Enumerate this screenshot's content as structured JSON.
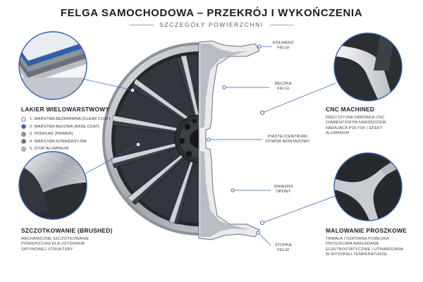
{
  "title": "FELGA SAMOCHODOWA – PRZEKRÓJ I WYKOŃCZENIA",
  "subtitle": "SZCZEGÓŁY POWIERZCHNI",
  "sections": {
    "multilayer": {
      "heading": "LAKIER WIELOWARSTWOWY",
      "layers": [
        {
          "label": "1. WARSTWA BEZBARWNA (CLEAR COAT)",
          "color": "#e9edf2"
        },
        {
          "label": "2. WARSTWA BAZOWA (BASE COAT)",
          "color": "#2f5fa8"
        },
        {
          "label": "3. PODKŁAD (PRIMER)",
          "color": "#8e949c"
        },
        {
          "label": "4. WARSTWA KONWERSYJNA",
          "color": "#6b7079"
        },
        {
          "label": "5. STOP ALUMINIUM",
          "color": "#b9bdc3"
        }
      ]
    },
    "brushed": {
      "heading": "SZCZOTKOWANIE (BRUSHED)",
      "desc": [
        "MECHANICZNE SZCZOTKOWANIE",
        "POWIERZCHNI DLA UZYSKANIA",
        "SATYNOWEJ STRUKTURY"
      ]
    },
    "cnc": {
      "heading": "CNC MACHINED",
      "desc": [
        "PRECYZYJNA OBRÓBKA CNC",
        "DIAMENTOWYM NARZĘDZIEM",
        "NADAJĄCA POŁYSK I EFEKT",
        "ALUMINIUM"
      ]
    },
    "powder": {
      "heading": "MALOWANIE PROSZKOWE",
      "desc": [
        "TRWAŁA I ODPORNA POWŁOKA",
        "PROSZKOWA NAKŁADANA",
        "ELEKTROSTATYCZNIE I UTWARDZANA",
        "W WYSOKIEJ TEMPERATURZE"
      ]
    }
  },
  "callouts": {
    "kolnierz": [
      "KOŁNIERZ",
      "FELGI"
    ],
    "beczka": [
      "BECZKA",
      "FELGI"
    ],
    "piasta": [
      "PIASTA (CENTRUM)",
      "OTWÓR MONTAŻOWY"
    ],
    "gniazdo": [
      "GNIAZDO",
      "OPONY"
    ],
    "stopka": [
      "STOPKA",
      "FELGI"
    ]
  },
  "colors": {
    "accent_blue": "#2f5fa8",
    "dark_metal": "#2b2e33",
    "silver": "#c9ccd1"
  }
}
